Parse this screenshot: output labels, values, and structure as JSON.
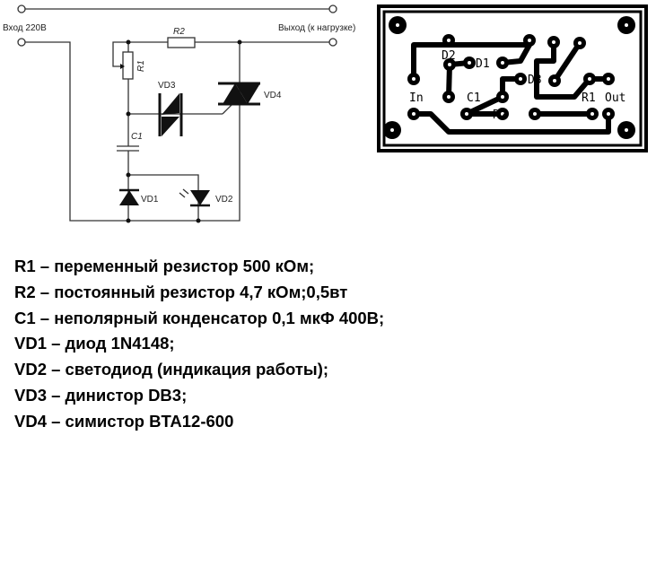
{
  "schematic": {
    "input_label": "Вход 220В",
    "output_label": "Выход (к нагрузке)",
    "components": [
      "R1",
      "R2",
      "C1",
      "VD1",
      "VD2",
      "VD3",
      "VD4"
    ]
  },
  "pcb": {
    "labels": [
      "D2",
      "D1",
      "D3",
      "C1",
      "R2",
      "In",
      "R1",
      "Out"
    ]
  },
  "parts_list": [
    "R1 – переменный резистор 500 кОм;",
    "R2 – постоянный резистор 4,7 кОм;0,5вт",
    "C1 – неполярный конденсатор 0,1 мкФ 400В;",
    "VD1 – диод 1N4148;",
    "VD2 – светодиод (индикация работы);",
    "VD3 – динистор DB3;",
    "VD4 – симистор BTA12-600"
  ]
}
